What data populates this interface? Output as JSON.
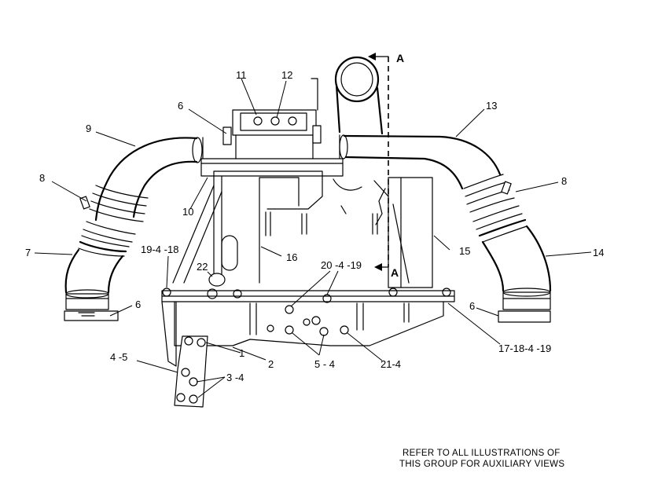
{
  "callouts": {
    "c1": "1",
    "c2": "2",
    "c3_4": "3 -4",
    "c4_5": "4 -5",
    "c5_4": "5 - 4",
    "c6a": "6",
    "c6b": "6",
    "c6c": "6",
    "c7": "7",
    "c8a": "8",
    "c8b": "8",
    "c9": "9",
    "c10": "10",
    "c11": "11",
    "c12": "12",
    "c13": "13",
    "c14": "14",
    "c15": "15",
    "c16": "16",
    "c17_18_4_19": "17-18-4 -19",
    "c19_4_18": "19-4 -18",
    "c20_4_19": "20 -4 -19",
    "c21_4": "21-4",
    "c22": "22"
  },
  "section": {
    "top": "A",
    "bottom": "A"
  },
  "note": {
    "line1": "REFER TO ALL ILLUSTRATIONS OF",
    "line2": "THIS GROUP FOR AUXILIARY VIEWS"
  }
}
